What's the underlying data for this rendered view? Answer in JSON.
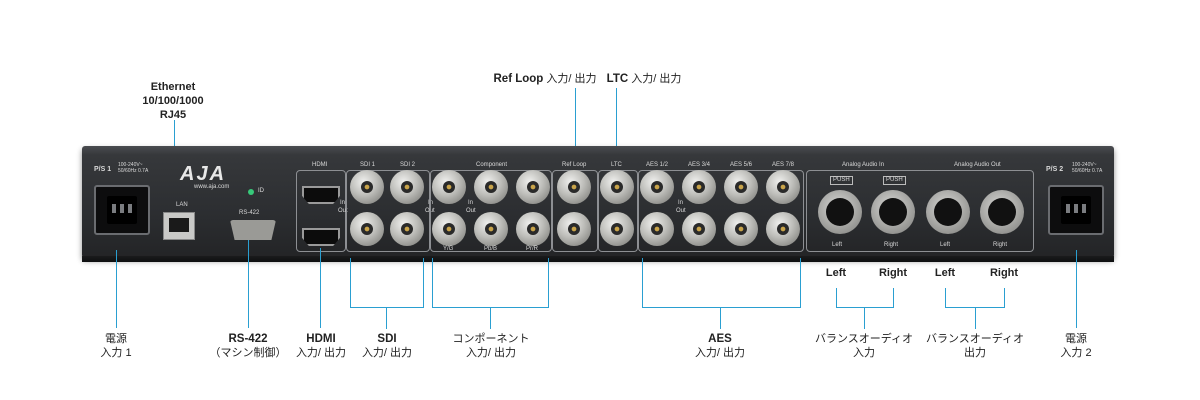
{
  "top_labels": {
    "ethernet": [
      "Ethernet",
      "10/100/1000",
      "RJ45"
    ],
    "ref_loop": {
      "bold": "Ref Loop",
      "rest": " 入力/ 出力"
    },
    "ltc": {
      "bold": "LTC",
      "rest": " 入力/ 出力"
    }
  },
  "panel": {
    "ps1": "P/S 1",
    "ps1_rating": [
      "100-240V~",
      "50/60Hz 0.7A"
    ],
    "ps2": "P/S 2",
    "ps2_rating": [
      "100-240V~",
      "50/60Hz 0.7A"
    ],
    "logo": "AJA",
    "url": "www.aja.com",
    "id": "ID",
    "lan": "LAN",
    "rs422": "RS-422",
    "hdmi": "HDMI",
    "sdi1": "SDI 1",
    "sdi2": "SDI 2",
    "component": "Component",
    "ref_loop": "Ref Loop",
    "ltc": "LTC",
    "aes12": "AES 1/2",
    "aes34": "AES 3/4",
    "aes56": "AES 5/6",
    "aes78": "AES 7/8",
    "analog_in": "Analog Audio In",
    "analog_out": "Analog Audio Out",
    "in": "In",
    "out": "Out",
    "yg": "Y/G",
    "pbb": "Pb/B",
    "prr": "Pr/R",
    "left": "Left",
    "right": "Right",
    "push": "PUSH"
  },
  "bottom_labels": {
    "power1": [
      "電源",
      "入力 1"
    ],
    "rs422": {
      "bold": "RS-422",
      "sub": "（マシン制御）"
    },
    "hdmi": {
      "bold": "HDMI",
      "sub": "入力/ 出力"
    },
    "sdi": {
      "bold": "SDI",
      "sub": "入力/ 出力"
    },
    "component": [
      "コンポーネント",
      "入力/ 出力"
    ],
    "aes": {
      "bold": "AES",
      "sub": "入力/ 出力"
    },
    "left1": "Left",
    "right1": "Right",
    "left2": "Left",
    "right2": "Right",
    "balanced_in": [
      "バランスオーディオ",
      "入力"
    ],
    "balanced_out": [
      "バランスオーディオ",
      "出力"
    ],
    "power2": [
      "電源",
      "入力 2"
    ]
  },
  "colors": {
    "callout_line": "#2a9fd1",
    "chassis": "#2c2e31"
  }
}
